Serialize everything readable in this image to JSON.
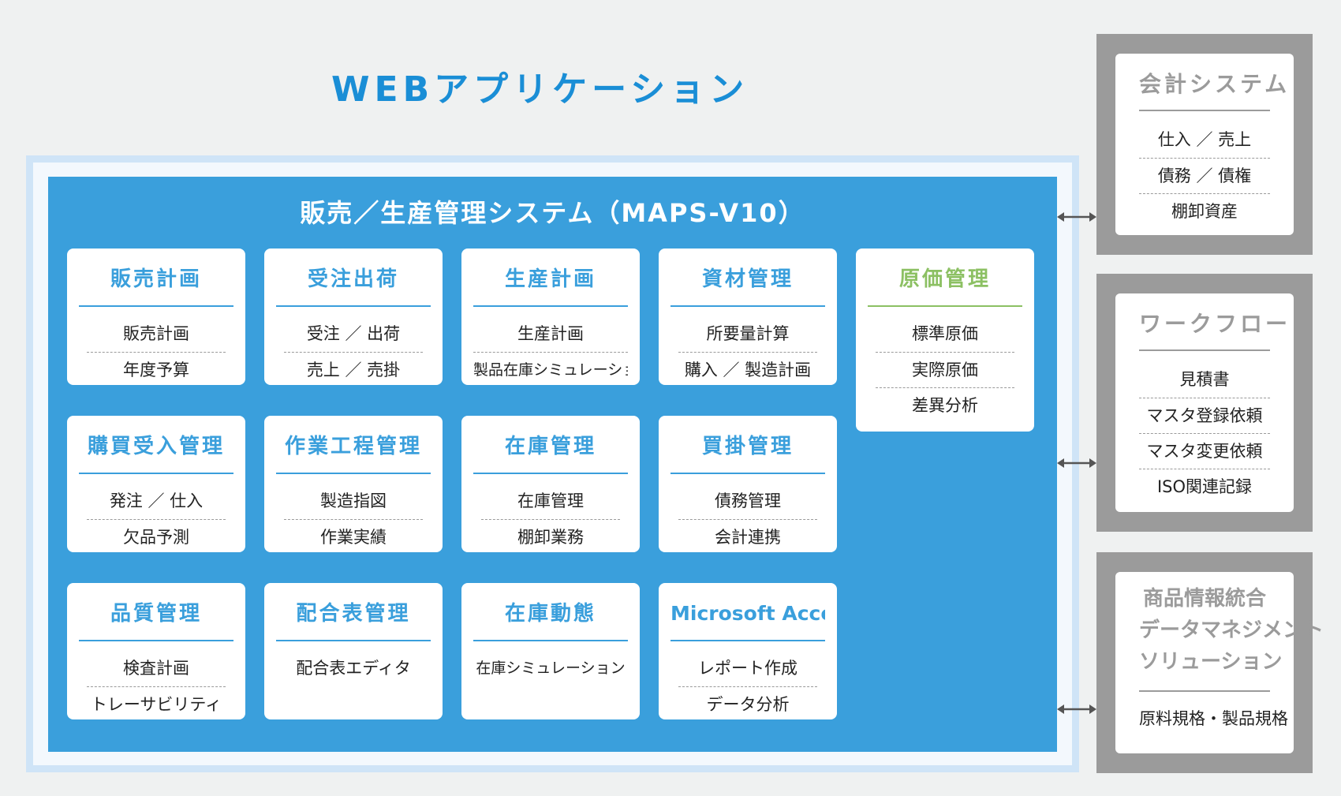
{
  "web_app_title": "WEBアプリケーション",
  "system_title": "販売／生産管理システム（MAPS-V10）",
  "modules": [
    {
      "title": "販売計画",
      "items": [
        "販売計画",
        "年度予算"
      ]
    },
    {
      "title": "受注出荷",
      "items": [
        "受注 ／ 出荷",
        "売上 ／ 売掛"
      ]
    },
    {
      "title": "生産計画",
      "items": [
        "生産計画",
        "製品在庫シミュレーション"
      ]
    },
    {
      "title": "資材管理",
      "items": [
        "所要量計算",
        "購入 ／ 製造計画"
      ]
    },
    {
      "title": "原価管理",
      "items": [
        "標準原価",
        "実際原価",
        "差異分析"
      ]
    },
    {
      "title": "購買受入管理",
      "items": [
        "発注 ／ 仕入",
        "欠品予測"
      ]
    },
    {
      "title": "作業工程管理",
      "items": [
        "製造指図",
        "作業実績"
      ]
    },
    {
      "title": "在庫管理",
      "items": [
        "在庫管理",
        "棚卸業務"
      ]
    },
    {
      "title": "買掛管理",
      "items": [
        "債務管理",
        "会計連携"
      ]
    },
    {
      "title": "品質管理",
      "items": [
        "検査計画",
        "トレーサビリティ"
      ]
    },
    {
      "title": "配合表管理",
      "items": [
        "配合表エディタ"
      ]
    },
    {
      "title": "在庫動態",
      "items": [
        "在庫シミュレーション"
      ]
    },
    {
      "title": "Microsoft Access",
      "items": [
        "レポート作成",
        "データ分析"
      ]
    }
  ],
  "external_systems": [
    {
      "title_lines": [
        "会計システム"
      ],
      "items": [
        "仕入 ／ 売上",
        "債務 ／ 債権",
        "棚卸資産"
      ]
    },
    {
      "title_lines": [
        "ワークフロー"
      ],
      "items": [
        "見積書",
        "マスタ登録依頼",
        "マスタ変更依頼",
        "ISO関連記録"
      ]
    },
    {
      "title_lines": [
        "商品情報統合",
        "データマネジメント",
        "ソリューション"
      ],
      "items": [
        "原料規格・製品規格"
      ]
    }
  ],
  "colors": {
    "accent_blue": "#3a9fdc",
    "title_blue": "#1a8ed6",
    "cost_green": "#8cc063",
    "external_gray": "#9b9b9b",
    "frame_light_blue": "#cfe4f7"
  }
}
